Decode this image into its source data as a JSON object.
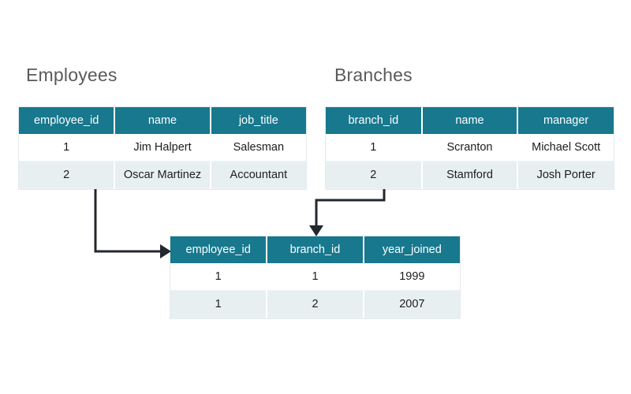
{
  "diagram": {
    "title_employees": "Employees",
    "title_branches": "Branches",
    "accent_color": "#17788e",
    "row_alt_color": "#e8eff1",
    "arrow_color": "#23272e",
    "title_color": "#5a5a5a"
  },
  "employees": {
    "name": "Employees",
    "columns": [
      "employee_id",
      "name",
      "job_title"
    ],
    "rows": [
      [
        "1",
        "Jim Halpert",
        "Salesman"
      ],
      [
        "2",
        "Oscar Martinez",
        "Accountant"
      ]
    ]
  },
  "branches": {
    "name": "Branches",
    "columns": [
      "branch_id",
      "name",
      "manager"
    ],
    "rows": [
      [
        "1",
        "Scranton",
        "Michael Scott"
      ],
      [
        "2",
        "Stamford",
        "Josh Porter"
      ]
    ]
  },
  "employee_branch": {
    "name": "",
    "columns": [
      "employee_id",
      "branch_id",
      "year_joined"
    ],
    "rows": [
      [
        "1",
        "1",
        "1999"
      ],
      [
        "1",
        "2",
        "2007"
      ]
    ]
  },
  "connectors": [
    {
      "name": "employees-to-junction",
      "from": "Employees.employee_id",
      "to": "employee_branch.employee_id"
    },
    {
      "name": "branches-to-junction",
      "from": "Branches.branch_id",
      "to": "employee_branch.branch_id"
    }
  ]
}
